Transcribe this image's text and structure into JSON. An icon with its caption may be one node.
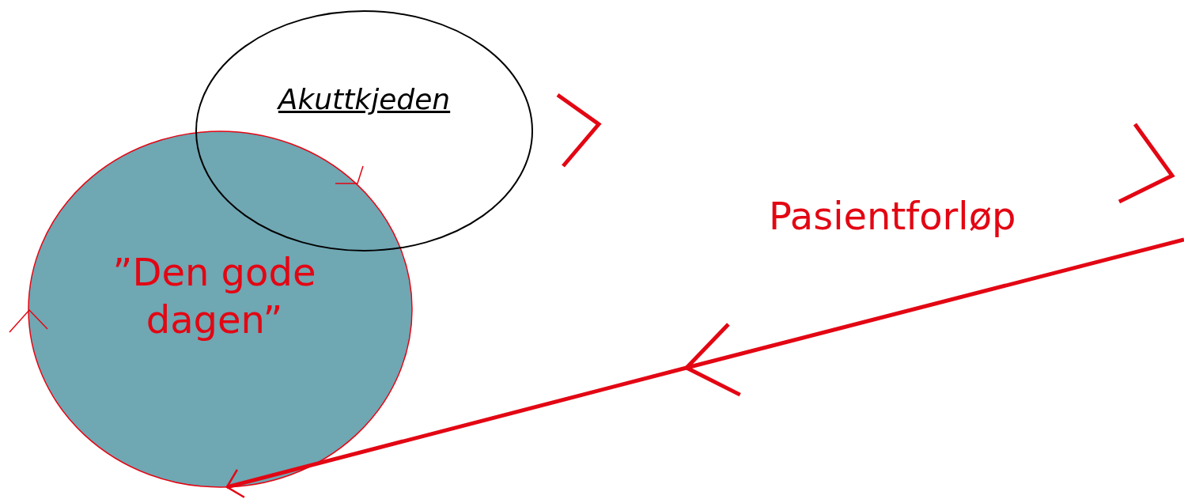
{
  "diagram": {
    "nodes": [
      {
        "text": [
          "Akuttkjeden"
        ]
      },
      {
        "text": [
          "”Den gode dagen”"
        ]
      }
    ],
    "edges": [
      {
        "from": null,
        "to": 1,
        "arrow": "to",
        "label": "Pasientforløp",
        "color": "#e30613"
      }
    ]
  }
}
